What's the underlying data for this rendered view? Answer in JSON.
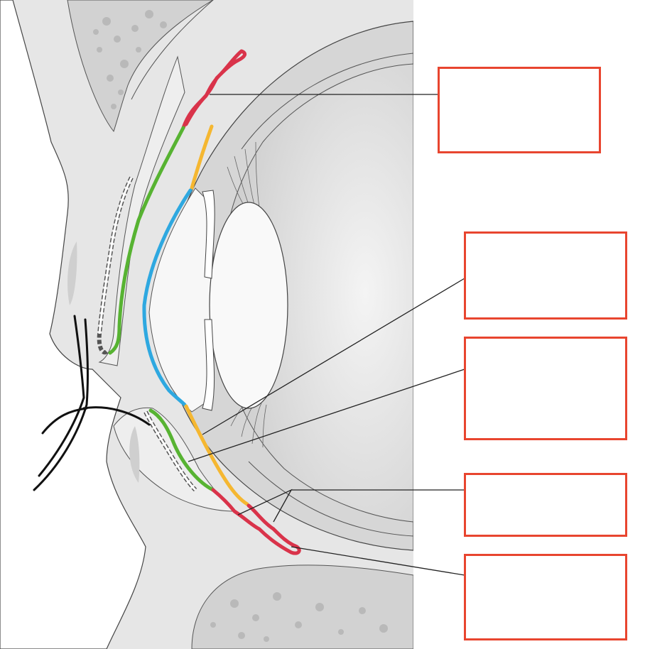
{
  "diagram": {
    "label_boxes": [
      {
        "id": "upper-fornix-box",
        "text": ""
      },
      {
        "id": "limbus-box-upper",
        "text": ""
      },
      {
        "id": "limbus-box-lower",
        "text": ""
      },
      {
        "id": "bulbar-box",
        "text": ""
      },
      {
        "id": "lower-fornix-box",
        "text": ""
      }
    ],
    "colors": {
      "box_border": "#e8452f",
      "fornix_segment": "#d9334a",
      "bulbar_segment": "#f5b731",
      "palpebral_segment": "#57b332",
      "cornea_segment": "#2ea8e0",
      "bone_fill": "#d2d2d2",
      "tissue_fill": "#e6e6e6",
      "outline": "#444444"
    },
    "icons": [
      "eyelash-icon"
    ]
  }
}
